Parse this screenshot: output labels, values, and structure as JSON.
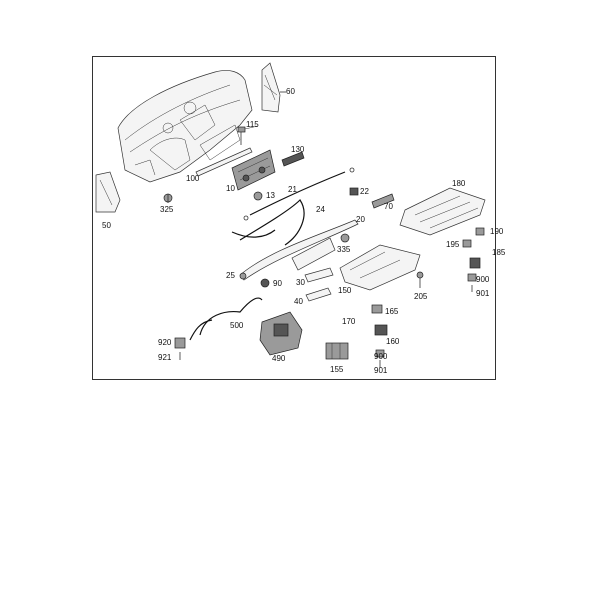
{
  "diagram": {
    "callouts": [
      {
        "id": "c60",
        "text": "60"
      },
      {
        "id": "c115",
        "text": "115"
      },
      {
        "id": "c130",
        "text": "130"
      },
      {
        "id": "c100",
        "text": "100"
      },
      {
        "id": "c10",
        "text": "10"
      },
      {
        "id": "c13",
        "text": "13"
      },
      {
        "id": "c21",
        "text": "21"
      },
      {
        "id": "c22",
        "text": "22"
      },
      {
        "id": "c180",
        "text": "180"
      },
      {
        "id": "c325",
        "text": "325"
      },
      {
        "id": "c50",
        "text": "50"
      },
      {
        "id": "c24",
        "text": "24"
      },
      {
        "id": "c70",
        "text": "70"
      },
      {
        "id": "c20",
        "text": "20"
      },
      {
        "id": "c190",
        "text": "190"
      },
      {
        "id": "c195",
        "text": "195"
      },
      {
        "id": "c185",
        "text": "185"
      },
      {
        "id": "c335",
        "text": "335"
      },
      {
        "id": "c25",
        "text": "25"
      },
      {
        "id": "c900a",
        "text": "900"
      },
      {
        "id": "c901a",
        "text": "901"
      },
      {
        "id": "c90",
        "text": "90"
      },
      {
        "id": "c30",
        "text": "30"
      },
      {
        "id": "c150",
        "text": "150"
      },
      {
        "id": "c205",
        "text": "205"
      },
      {
        "id": "c40",
        "text": "40"
      },
      {
        "id": "c170",
        "text": "170"
      },
      {
        "id": "c165",
        "text": "165"
      },
      {
        "id": "c500",
        "text": "500"
      },
      {
        "id": "c920",
        "text": "920"
      },
      {
        "id": "c160",
        "text": "160"
      },
      {
        "id": "c921",
        "text": "921"
      },
      {
        "id": "c490",
        "text": "490"
      },
      {
        "id": "c900b",
        "text": "900"
      },
      {
        "id": "c155",
        "text": "155"
      },
      {
        "id": "c901b",
        "text": "901"
      }
    ]
  }
}
